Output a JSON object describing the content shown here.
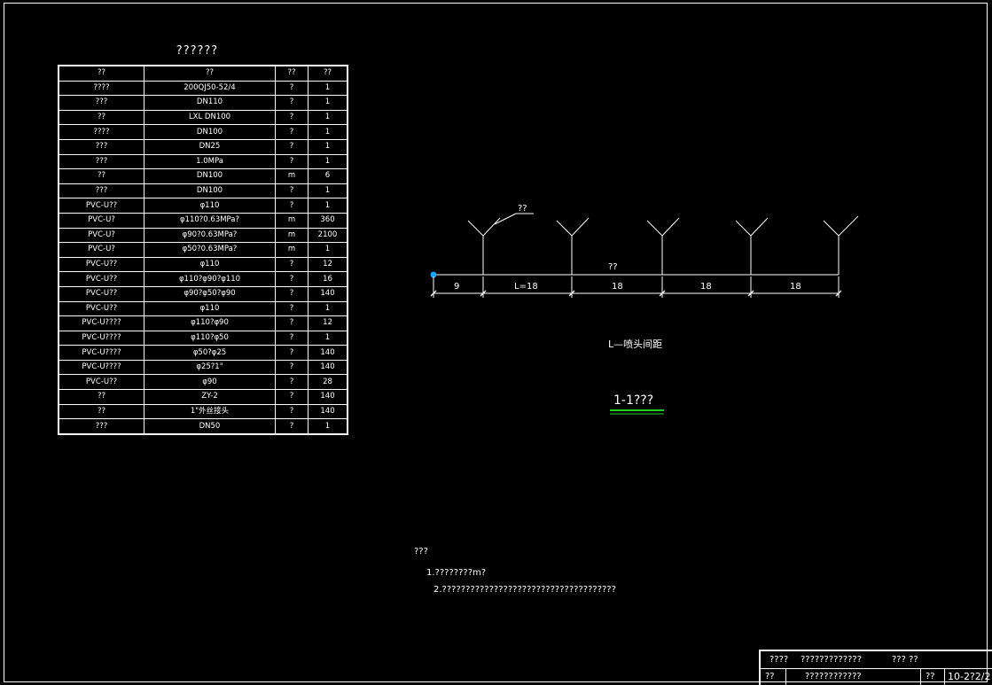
{
  "table": {
    "title": "??????",
    "header": [
      "??",
      "??",
      "??",
      "??"
    ],
    "rows": [
      [
        "????",
        "200QJ50-52/4",
        "?",
        "1"
      ],
      [
        "???",
        "DN110",
        "?",
        "1"
      ],
      [
        "??",
        "LXL  DN100",
        "?",
        "1"
      ],
      [
        "????",
        "DN100",
        "?",
        "1"
      ],
      [
        "???",
        "DN25",
        "?",
        "1"
      ],
      [
        "???",
        "1.0MPa",
        "?",
        "1"
      ],
      [
        "??",
        "DN100",
        "m",
        "6"
      ],
      [
        "???",
        "DN100",
        "?",
        "1"
      ],
      [
        "PVC-U??",
        "φ110",
        "?",
        "1"
      ],
      [
        "PVC-U?",
        "φ110?0.63MPa?",
        "m",
        "360"
      ],
      [
        "PVC-U?",
        "φ90?0.63MPa?",
        "m",
        "2100"
      ],
      [
        "PVC-U?",
        "φ50?0.63MPa?",
        "m",
        "1"
      ],
      [
        "PVC-U??",
        "φ110",
        "?",
        "12"
      ],
      [
        "PVC-U??",
        "φ110?φ90?φ110",
        "?",
        "16"
      ],
      [
        "PVC-U??",
        "φ90?φ50?φ90",
        "?",
        "140"
      ],
      [
        "PVC-U??",
        "φ110",
        "?",
        "1"
      ],
      [
        "PVC-U????",
        "φ110?φ90",
        "?",
        "12"
      ],
      [
        "PVC-U????",
        "φ110?φ50",
        "?",
        "1"
      ],
      [
        "PVC-U????",
        "φ50?φ25",
        "?",
        "140"
      ],
      [
        "PVC-U????",
        "φ25?1\"",
        "?",
        "140"
      ],
      [
        "PVC-U??",
        "φ90",
        "?",
        "28"
      ],
      [
        "??",
        "ZY-2",
        "?",
        "140"
      ],
      [
        "??",
        "1\"外丝接头",
        "?",
        "140"
      ],
      [
        "???",
        "DN50",
        "?",
        "1"
      ]
    ]
  },
  "diagram": {
    "sprinkler_label": "??",
    "pipe_label": "??",
    "dimensions": [
      "9",
      "L=18",
      "18",
      "18",
      "18"
    ],
    "legend": "L—喷头间距",
    "section_title": "1-1???"
  },
  "notes": {
    "title": "???",
    "items": [
      "1.????????m?",
      "2.?????????????????????????????????????"
    ]
  },
  "titleblock": {
    "r1c1": "????",
    "r1c2": "?????????????",
    "r1c3": "??? ??",
    "r2c1": "??",
    "r2c2": "????????????",
    "r2c3": "??",
    "r2c4": "10-2?2/2"
  },
  "colors": {
    "line": "#ffffff",
    "dot": "#1ea0ff",
    "underline": "#22cc22"
  }
}
